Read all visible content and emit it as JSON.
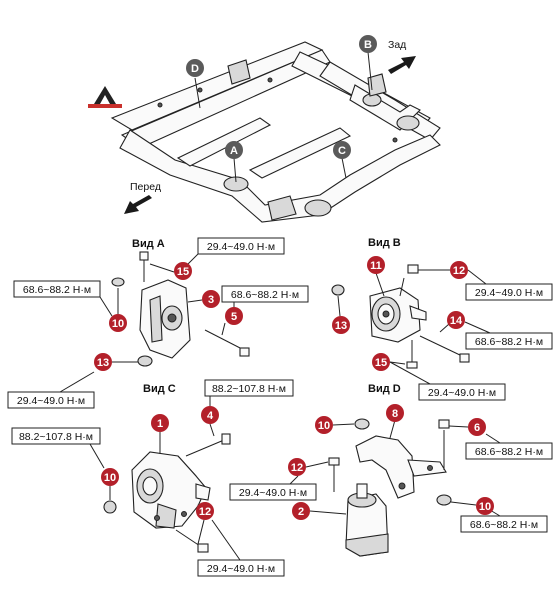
{
  "directions": {
    "back_label": "Зад",
    "front_label": "Перед"
  },
  "subframe_points": {
    "A": "A",
    "B": "B",
    "C": "C",
    "D": "D"
  },
  "views": {
    "view_a": {
      "title": "Вид A",
      "torques": [
        {
          "label": "29.4~49.0 Н·м",
          "callout": "15"
        },
        {
          "label": "68.6~88.2 Н·м",
          "callout": "10"
        },
        {
          "label": "68.6~88.2 Н·м",
          "callout": "5"
        },
        {
          "label": "29.4~49.0 Н·м",
          "callout": "13"
        }
      ],
      "callouts": [
        "15",
        "10",
        "3",
        "5",
        "13"
      ]
    },
    "view_b": {
      "title": "Вид B",
      "torques": [
        {
          "label": "29.4~49.0 Н·м",
          "callout": "12"
        },
        {
          "label": "68.6~88.2 Н·м",
          "callout": "14"
        },
        {
          "label": "29.4~49.0 Н·м",
          "callout": "15"
        }
      ],
      "callouts": [
        "11",
        "12",
        "13",
        "14",
        "15"
      ]
    },
    "view_c": {
      "title": "Вид C",
      "torques": [
        {
          "label": "88.2~107.8 Н·м",
          "callout": "4"
        },
        {
          "label": "88.2~107.8 Н·м",
          "callout": "10"
        },
        {
          "label": "29.4~49.0 Н·м",
          "callout": "12"
        }
      ],
      "callouts": [
        "1",
        "4",
        "10",
        "12"
      ]
    },
    "view_d": {
      "title": "Вид D",
      "torques": [
        {
          "label": "68.6~88.2 Н·м",
          "callout": "6"
        },
        {
          "label": "29.4~49.0 Н·м",
          "callout": "12"
        },
        {
          "label": "68.6~88.2 Н·м",
          "callout": "10"
        }
      ],
      "callouts": [
        "10",
        "8",
        "6",
        "12",
        "2",
        "10"
      ]
    }
  },
  "colors": {
    "callout_red": "#b3202a",
    "point_gray": "#5a5a5a",
    "arrow": "#1a1a1a"
  },
  "icons": [
    "watermark-logo-icon",
    "direction-arrow-icon"
  ]
}
